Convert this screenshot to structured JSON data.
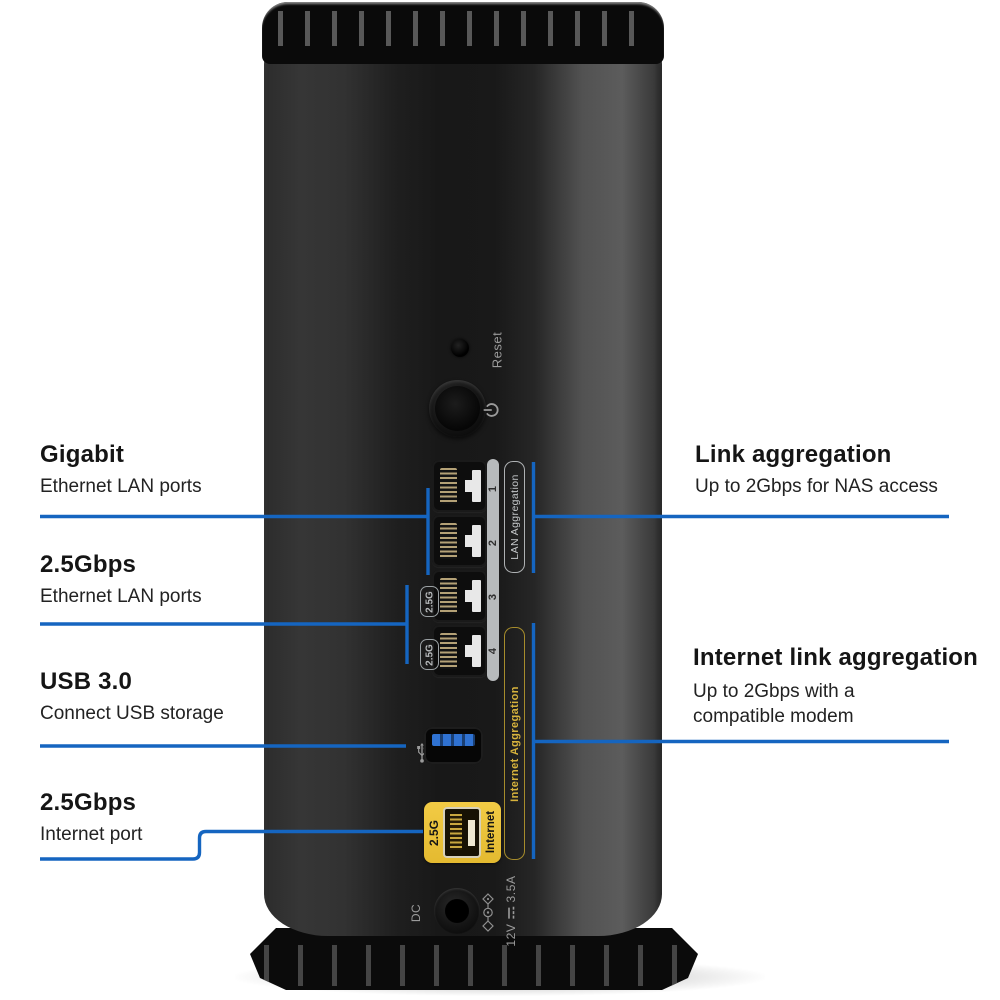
{
  "colors": {
    "accent_blue": "#1565c0",
    "internet_port_yellow": "#eec63e",
    "aggregation_gold": "#c9a43a",
    "badge_gray": "#b7babc"
  },
  "icons": {
    "power": "power-icon",
    "usb": "usb-icon",
    "polarity": "polarity-icon",
    "dc_symbol": "dc-symbol-icon"
  },
  "callouts": {
    "left": [
      {
        "title": "Gigabit",
        "subtitle": "Ethernet LAN ports"
      },
      {
        "title": "2.5Gbps",
        "subtitle": "Ethernet LAN ports"
      },
      {
        "title": "USB 3.0",
        "subtitle": "Connect USB storage"
      },
      {
        "title": "2.5Gbps",
        "subtitle": "Internet port"
      }
    ],
    "right": [
      {
        "title": "Link aggregation",
        "subtitle": "Up to 2Gbps for NAS access"
      },
      {
        "title": "Internet link aggregation",
        "subtitle": "Up to 2Gbps with a",
        "subtitle_line2": "compatible modem"
      }
    ]
  },
  "device": {
    "reset_label": "Reset",
    "lan_ports": {
      "numbers": [
        "1",
        "2",
        "3",
        "4"
      ],
      "aggregation_label": "LAN Aggregation",
      "speed_badges": [
        "2.5G",
        "2.5G"
      ]
    },
    "internet": {
      "speed_label": "2.5G",
      "port_label": "Internet",
      "aggregation_label": "Internet Aggregation"
    },
    "power_input": {
      "dc_label": "DC",
      "voltage": "12V",
      "amperage": "3.5A"
    }
  }
}
